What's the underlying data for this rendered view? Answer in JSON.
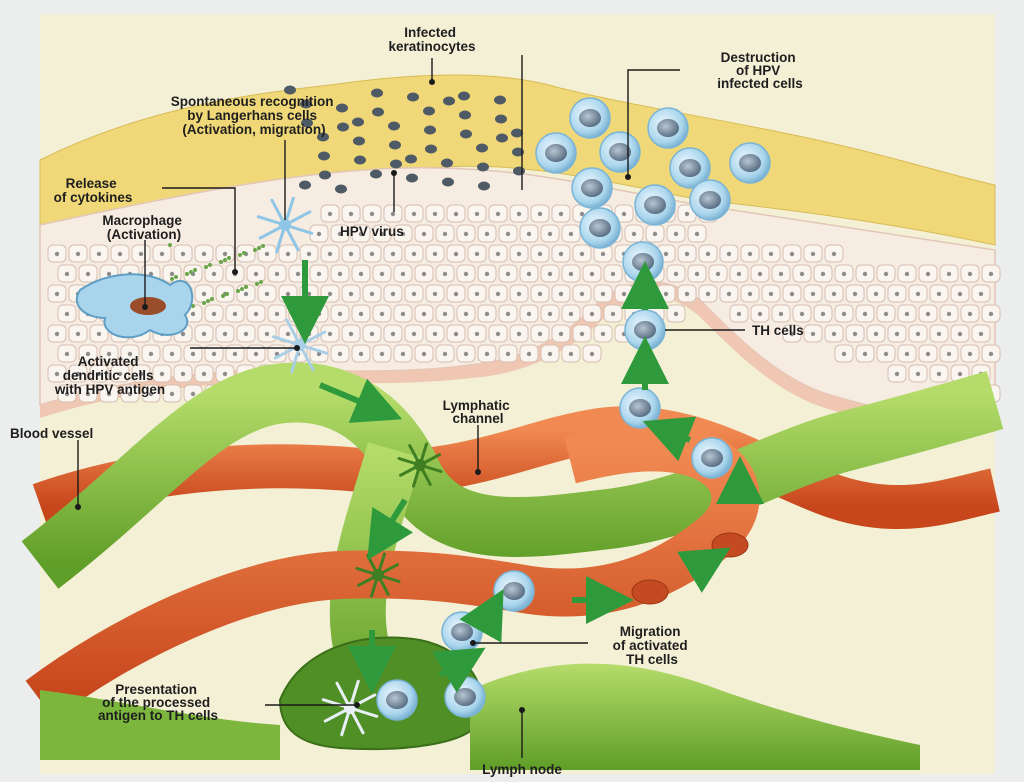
{
  "labels": {
    "infected_keratinocytes": [
      "Infected",
      "keratinocytes"
    ],
    "destruction": [
      "Destruction",
      "of HPV",
      "infected cells"
    ],
    "spontaneous": [
      "Spontaneous recognition",
      "by Langerhans cells",
      "(Activation, migration)"
    ],
    "release": [
      "Release",
      "of cytokines"
    ],
    "macrophage": [
      "Macrophage",
      "(Activation)"
    ],
    "hpv_virus": "HPV virus",
    "th_cells": "TH cells",
    "activated_dendritic": [
      "Activated",
      "dendritic cells",
      "with HPV antigen"
    ],
    "lymphatic": [
      "Lymphatic",
      "channel"
    ],
    "blood_vessel": "Blood vessel",
    "migration": [
      "Migration",
      "of activated",
      "TH cells"
    ],
    "presentation": [
      "Presentation",
      "of the processed",
      "antigen to TH cells"
    ],
    "lymph_node": "Lymph node"
  },
  "colors": {
    "background": "#f3f0d6",
    "skin_surface": "#f0d878",
    "epidermis": "#f6ece2",
    "cell_outline": "#c9b3a8",
    "blood_vessel": "#e4622e",
    "lymphatic": "#84bf3c",
    "arrow": "#2f9a3c",
    "th_cell": "#a9d5ec",
    "virus": "#4e5a66"
  },
  "icons": [
    "dendritic-cell-icon",
    "macrophage-icon",
    "th-cell-icon",
    "virus-particle-icon",
    "arrow-icon"
  ]
}
